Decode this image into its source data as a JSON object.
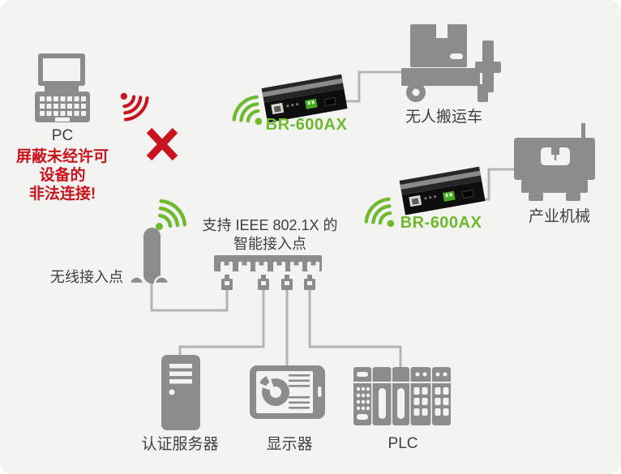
{
  "colors": {
    "background": "#f3f3f1",
    "icon_gray": "#8c8c8a",
    "line_gray": "#b4b4b2",
    "accent_green": "#6fb92f",
    "alert_red": "#c8141f",
    "text_dark": "#3f3f3d"
  },
  "blocked_pc": {
    "device_label": "PC",
    "warning_line1": "屏蔽未经许可",
    "warning_line2": "设备的",
    "warning_line3": "非法连接!"
  },
  "bridges": {
    "bridge1_label": "BR-600AX",
    "bridge2_label": "BR-600AX"
  },
  "endpoints": {
    "agv_label": "无人搬运车",
    "machine_label": "产业机械"
  },
  "network": {
    "ap_label": "无线接入点",
    "switch_caption_line1": "支持 IEEE 802.1X 的",
    "switch_caption_line2": "智能接入点"
  },
  "wired_devices": {
    "server_label": "认证服务器",
    "display_label": "显示器",
    "plc_label": "PLC"
  }
}
